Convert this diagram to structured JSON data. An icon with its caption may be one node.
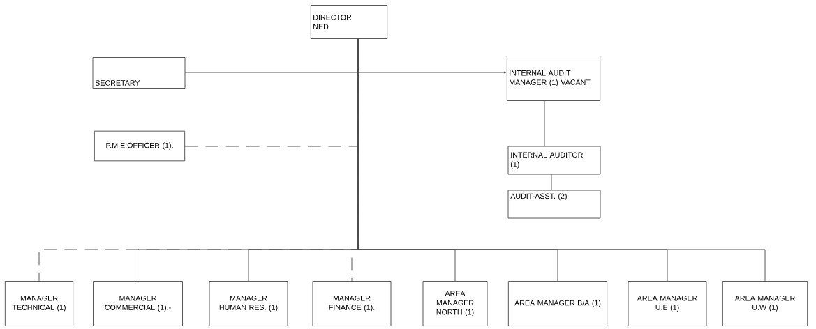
{
  "diagram": {
    "nodes": [
      {
        "text": [
          "DIRECTOR NED"
        ]
      },
      {
        "text": [
          "SECRETARY"
        ]
      },
      {
        "text": [
          "INTERNAL AUDIT MANAGER (1) VACANT"
        ]
      },
      {
        "text": [
          "P.M.E.OFFICER (1)."
        ]
      },
      {
        "text": [
          "INTERNAL AUDITOR (1)"
        ]
      },
      {
        "text": [
          "AUDIT-ASST. (2)"
        ]
      },
      {
        "text": [
          "MANAGER TECHNICAL (1)"
        ]
      },
      {
        "text": [
          "MANAGER COMMERCIAL (1).-"
        ]
      },
      {
        "text": [
          "MANAGER HUMAN RES. (1)"
        ]
      },
      {
        "text": [
          "MANAGER FINANCE (1)."
        ]
      },
      {
        "text": [
          "AREA MANAGER NORTH (1)"
        ]
      },
      {
        "text": [
          "AREA MANAGER B/A (1)"
        ]
      },
      {
        "text": [
          "AREA MANAGER U.E (1)"
        ]
      },
      {
        "text": [
          "AREA MANAGER U.W (1)"
        ]
      }
    ],
    "edges": [
      {
        "from": 0,
        "to": 1,
        "arrow": "none"
      },
      {
        "from": 0,
        "to": 2,
        "arrow": "to"
      },
      {
        "from": 3,
        "to": 0,
        "arrow": "none",
        "style": "dashed"
      },
      {
        "from": 2,
        "to": 4,
        "arrow": "none"
      },
      {
        "from": 4,
        "to": 5,
        "arrow": "none"
      },
      {
        "from": 0,
        "to": 6,
        "arrow": "none",
        "style": "dashed"
      },
      {
        "from": 0,
        "to": 7,
        "arrow": "none"
      },
      {
        "from": 0,
        "to": 8,
        "arrow": "none"
      },
      {
        "from": 0,
        "to": 9,
        "arrow": "none",
        "style": "dashed"
      },
      {
        "from": 0,
        "to": 10,
        "arrow": "none"
      },
      {
        "from": 0,
        "to": 11,
        "arrow": "none"
      },
      {
        "from": 0,
        "to": 12,
        "arrow": "none"
      },
      {
        "from": 0,
        "to": 13,
        "arrow": "none"
      }
    ]
  }
}
